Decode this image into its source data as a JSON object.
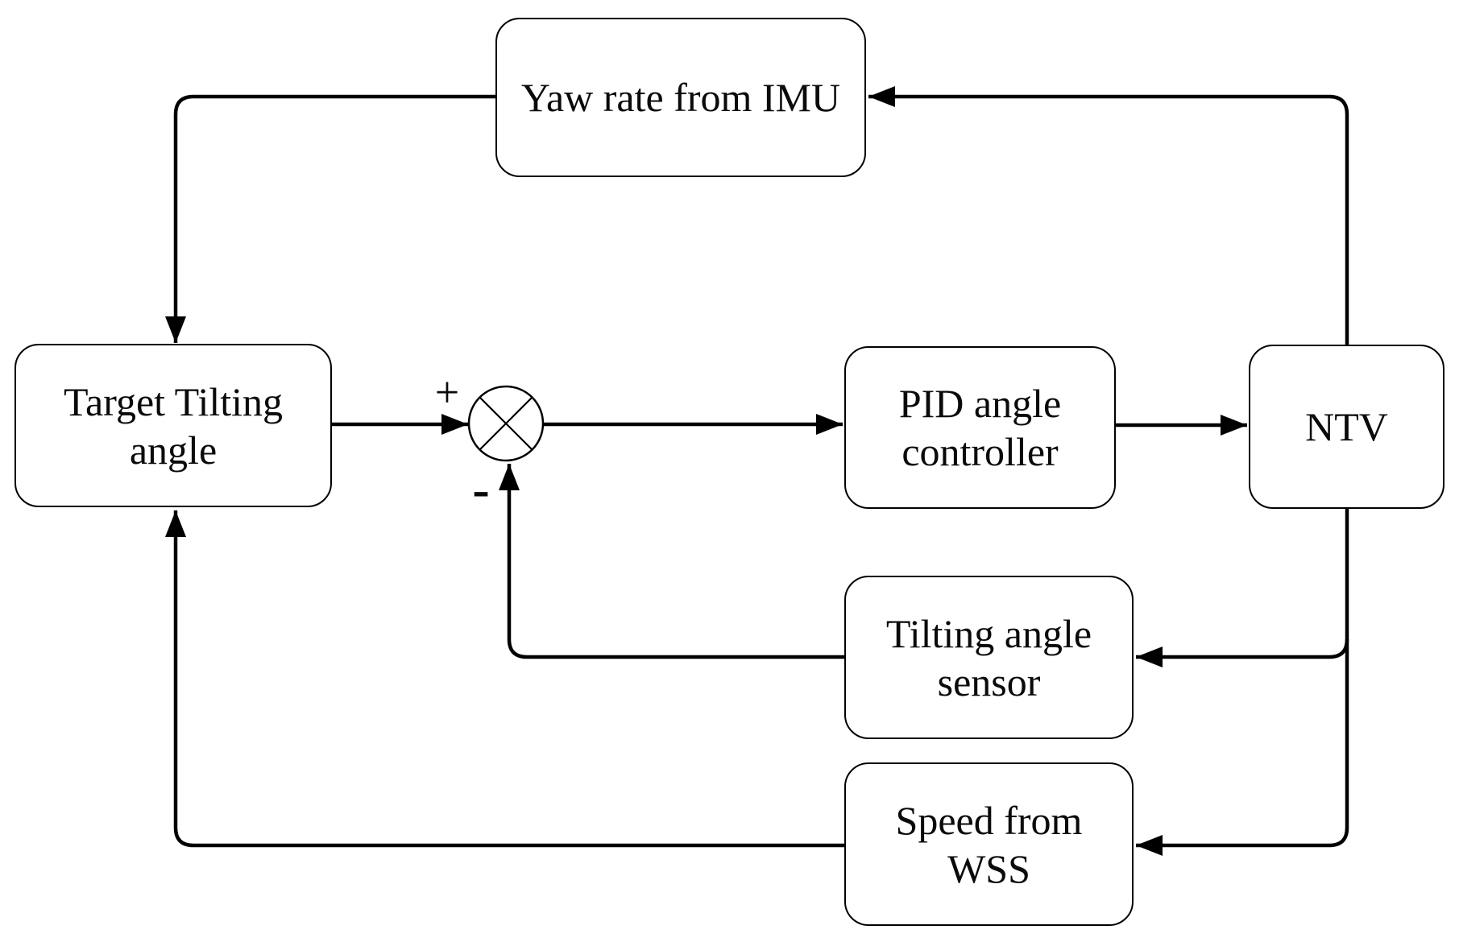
{
  "diagram": {
    "type": "control-block-diagram",
    "colors": {
      "background": "#ffffff",
      "line": "#000000",
      "text": "#0a0a0a"
    },
    "nodes": {
      "yaw_rate_imu": {
        "label": "Yaw rate from IMU"
      },
      "target_tilting_angle": {
        "label": "Target Tilting angle"
      },
      "pid_angle_controller": {
        "label": "PID angle controller"
      },
      "ntv": {
        "label": "NTV"
      },
      "tilting_angle_sensor": {
        "label": "Tilting angle sensor"
      },
      "speed_wss": {
        "label": "Speed from WSS"
      }
    },
    "summing_junction": {
      "symbol": "circle-with-cross",
      "plus_sign": "+",
      "minus_sign": "-"
    },
    "edges": [
      {
        "from": "target_tilting_angle",
        "to": "summing_junction",
        "sign": "+"
      },
      {
        "from": "summing_junction",
        "to": "pid_angle_controller",
        "sign": ""
      },
      {
        "from": "pid_angle_controller",
        "to": "ntv",
        "sign": ""
      },
      {
        "from": "ntv",
        "to": "yaw_rate_imu",
        "sign": ""
      },
      {
        "from": "yaw_rate_imu",
        "to": "target_tilting_angle",
        "sign": ""
      },
      {
        "from": "ntv",
        "to": "tilting_angle_sensor",
        "sign": ""
      },
      {
        "from": "tilting_angle_sensor",
        "to": "summing_junction",
        "sign": "-"
      },
      {
        "from": "ntv",
        "to": "speed_wss",
        "sign": ""
      },
      {
        "from": "speed_wss",
        "to": "target_tilting_angle",
        "sign": ""
      }
    ]
  }
}
